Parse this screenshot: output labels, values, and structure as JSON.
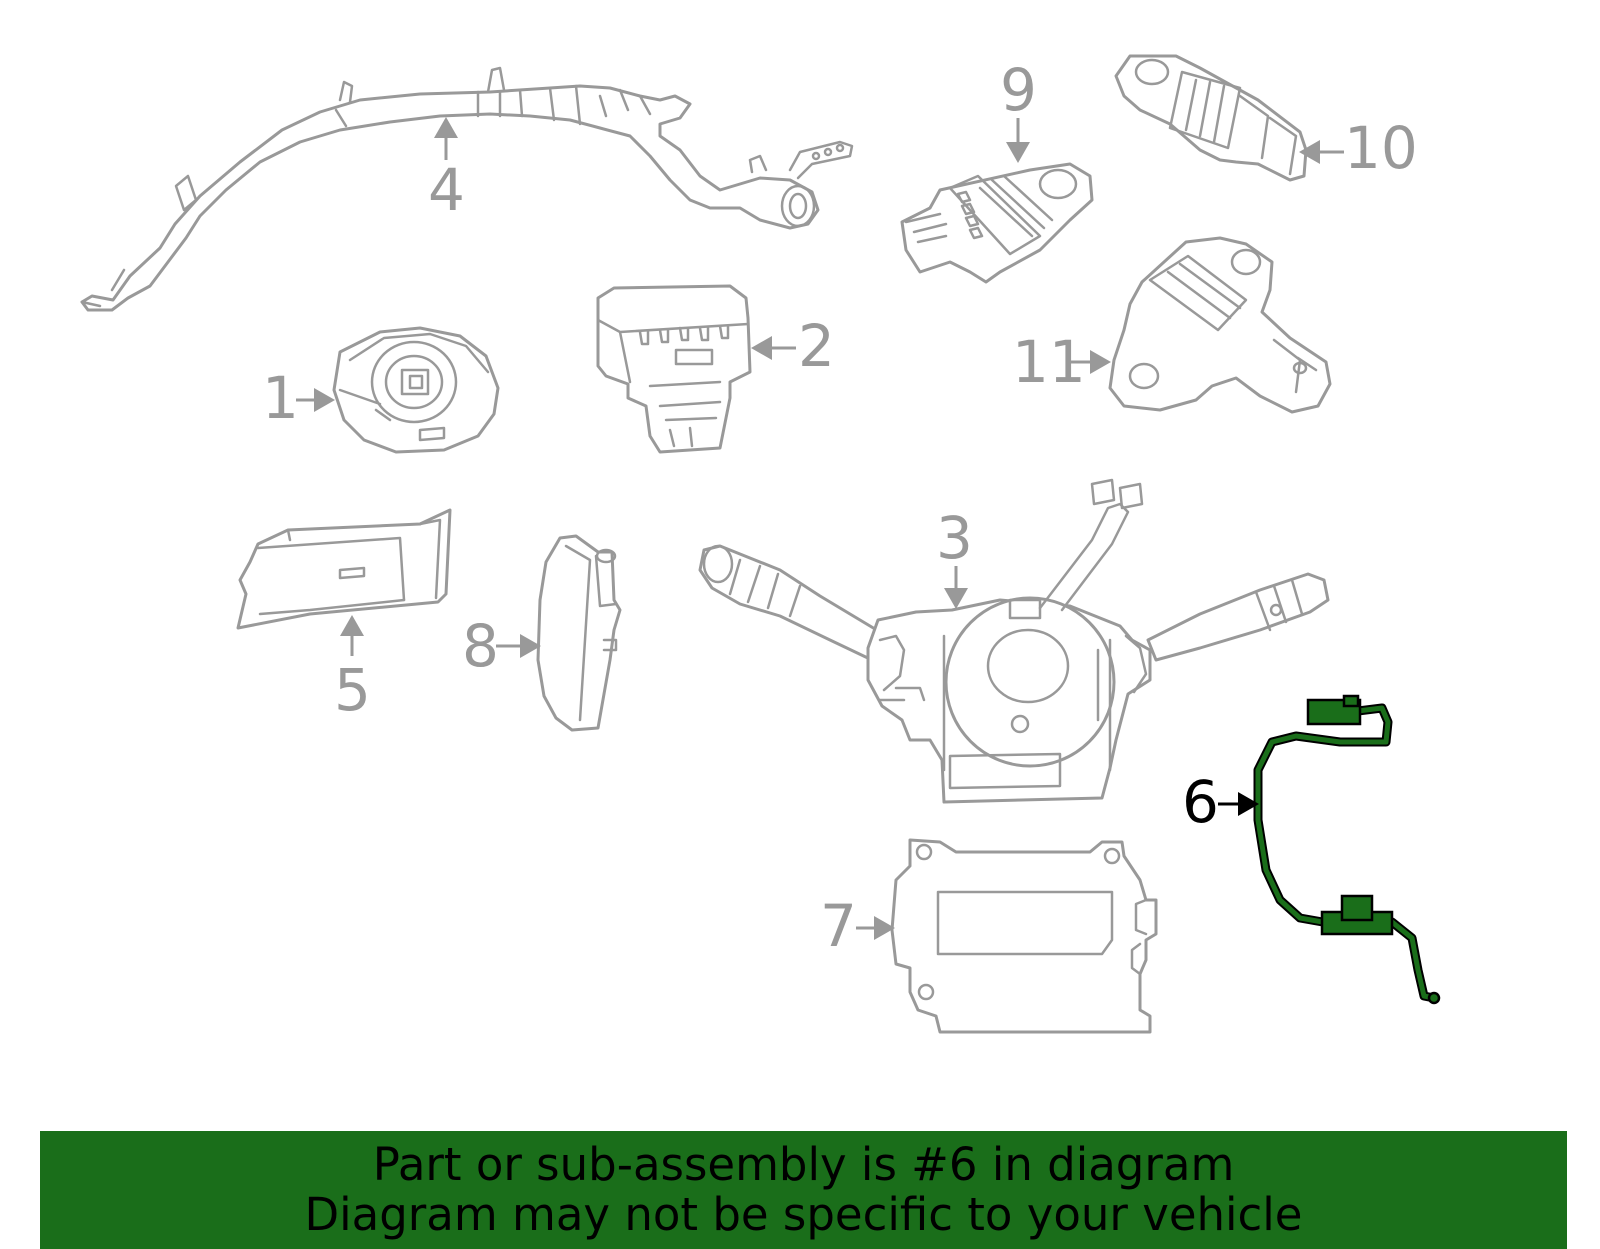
{
  "diagram": {
    "callouts": [
      "1",
      "2",
      "3",
      "4",
      "5",
      "6",
      "7",
      "8",
      "9",
      "10",
      "11"
    ],
    "highlighted_part": "6",
    "colors": {
      "part_outline": "#999999",
      "highlight_fill": "#1a6e1a",
      "highlight_outline": "#000000",
      "banner_background": "#1a6e1a",
      "banner_text": "#000000"
    }
  },
  "footer": {
    "line1": "Part or sub-assembly is #6 in diagram",
    "line2": "Diagram may not be specific to your vehicle"
  }
}
